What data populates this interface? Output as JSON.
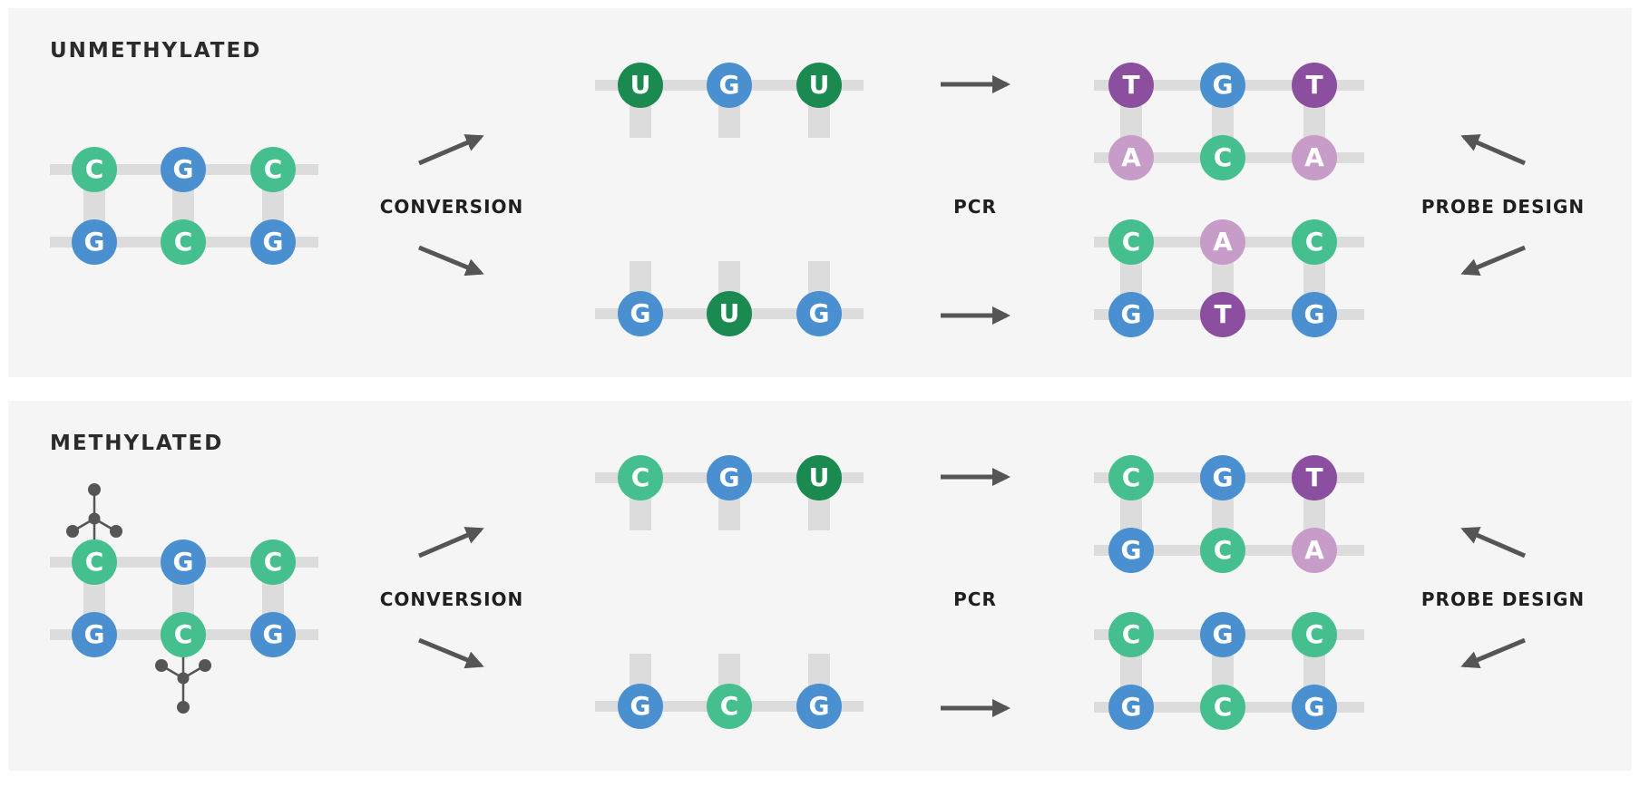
{
  "colors": {
    "C": "#46bf8f",
    "G": "#4a90d0",
    "U": "#1b8a50",
    "T": "#8c4fa0",
    "A": "#c79cc8",
    "rail": "#dcdcdc",
    "arrow": "#555555",
    "panel_bg": "#f5f5f5"
  },
  "labels": {
    "conversion": "CONVERSION",
    "pcr": "PCR",
    "probe_design": "PROBE DESIGN"
  },
  "panels": [
    {
      "title": "UNMETHYLATED",
      "original": {
        "top": [
          "C",
          "G",
          "C"
        ],
        "bottom": [
          "G",
          "C",
          "G"
        ]
      },
      "converted_top": [
        "U",
        "G",
        "U"
      ],
      "converted_bottom": [
        "G",
        "U",
        "G"
      ],
      "pcr_top": {
        "top": [
          "T",
          "G",
          "T"
        ],
        "bottom": [
          "A",
          "C",
          "A"
        ]
      },
      "pcr_bottom": {
        "top": [
          "C",
          "A",
          "C"
        ],
        "bottom": [
          "G",
          "T",
          "G"
        ]
      }
    },
    {
      "title": "METHYLATED",
      "original": {
        "top": [
          "C",
          "G",
          "C"
        ],
        "bottom": [
          "G",
          "C",
          "G"
        ]
      },
      "methyl_marks": [
        "top-strand C1",
        "bottom-strand C2"
      ],
      "converted_top": [
        "C",
        "G",
        "U"
      ],
      "converted_bottom": [
        "G",
        "C",
        "G"
      ],
      "pcr_top": {
        "top": [
          "C",
          "G",
          "T"
        ],
        "bottom": [
          "G",
          "C",
          "A"
        ]
      },
      "pcr_bottom": {
        "top": [
          "C",
          "G",
          "C"
        ],
        "bottom": [
          "G",
          "C",
          "G"
        ]
      }
    }
  ]
}
